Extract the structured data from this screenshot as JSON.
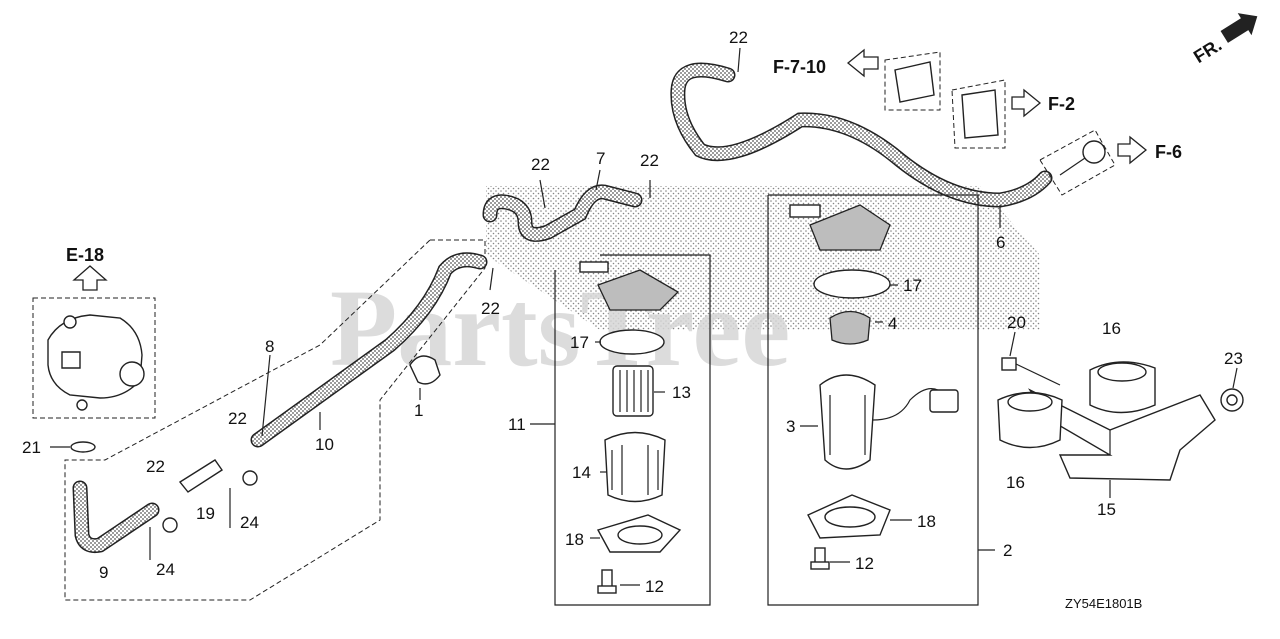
{
  "diagram": {
    "watermark": "PartsTree",
    "drawing_code": "ZY54E1801B",
    "direction_marker": "FR.",
    "refs": {
      "e18": "E-18",
      "f710": "F-7-10",
      "f2": "F-2",
      "f6": "F-6"
    },
    "callouts": {
      "c1": "1",
      "c2": "2",
      "c3": "3",
      "c4": "4",
      "c6": "6",
      "c7": "7",
      "c8": "8",
      "c9": "9",
      "c10": "10",
      "c11": "11",
      "c12a": "12",
      "c12b": "12",
      "c13": "13",
      "c14": "14",
      "c15": "15",
      "c16a": "16",
      "c16b": "16",
      "c17a": "17",
      "c17b": "17",
      "c18a": "18",
      "c18b": "18",
      "c19": "19",
      "c20": "20",
      "c21": "21",
      "c22a": "22",
      "c22b": "22",
      "c22c": "22",
      "c22d": "22",
      "c22e": "22",
      "c22f": "22",
      "c23": "23",
      "c24a": "24",
      "c24b": "24"
    }
  }
}
